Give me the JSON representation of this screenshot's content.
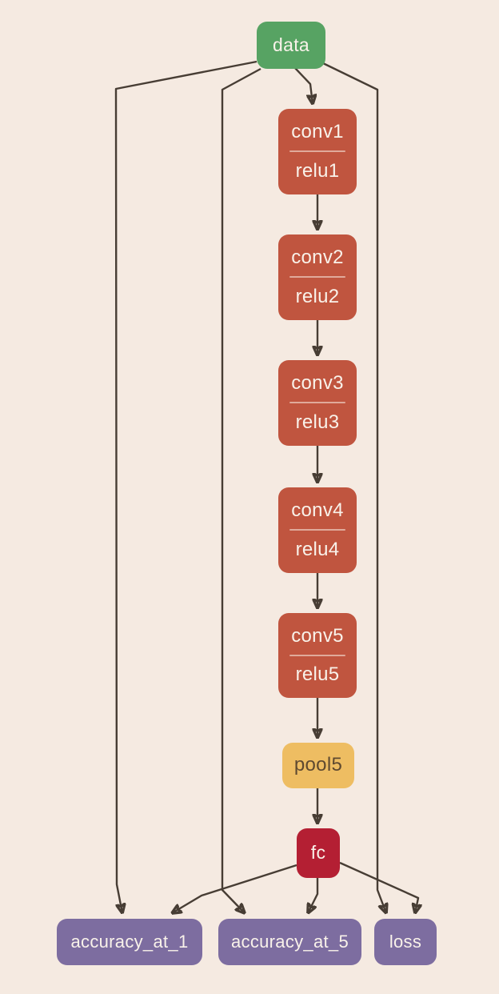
{
  "diagram": {
    "type": "neural-network-graph",
    "background_color": "#f5eae1",
    "edge_color": "#473d34",
    "colors": {
      "input_node": "#57a363",
      "conv_node": "#c0553f",
      "pool_node": "#eebd62",
      "fc_node": "#b41f33",
      "output_node": "#7d6da0",
      "node_text_light": "#f9f2ea",
      "node_text_dark": "#5e4930"
    },
    "nodes": {
      "data": {
        "label": "data"
      },
      "conv1": {
        "top": "conv1",
        "bottom": "relu1"
      },
      "conv2": {
        "top": "conv2",
        "bottom": "relu2"
      },
      "conv3": {
        "top": "conv3",
        "bottom": "relu3"
      },
      "conv4": {
        "top": "conv4",
        "bottom": "relu4"
      },
      "conv5": {
        "top": "conv5",
        "bottom": "relu5"
      },
      "pool5": {
        "label": "pool5"
      },
      "fc": {
        "label": "fc"
      },
      "accuracy_at_1": {
        "label": "accuracy_at_1"
      },
      "accuracy_at_5": {
        "label": "accuracy_at_5"
      },
      "loss": {
        "label": "loss"
      }
    },
    "edges": [
      {
        "from": "data",
        "to": "conv1"
      },
      {
        "from": "conv1",
        "to": "conv2"
      },
      {
        "from": "conv2",
        "to": "conv3"
      },
      {
        "from": "conv3",
        "to": "conv4"
      },
      {
        "from": "conv4",
        "to": "conv5"
      },
      {
        "from": "conv5",
        "to": "pool5"
      },
      {
        "from": "pool5",
        "to": "fc"
      },
      {
        "from": "data",
        "to": "accuracy_at_1"
      },
      {
        "from": "data",
        "to": "accuracy_at_5"
      },
      {
        "from": "data",
        "to": "loss"
      },
      {
        "from": "fc",
        "to": "accuracy_at_1"
      },
      {
        "from": "fc",
        "to": "accuracy_at_5"
      },
      {
        "from": "fc",
        "to": "loss"
      }
    ]
  }
}
